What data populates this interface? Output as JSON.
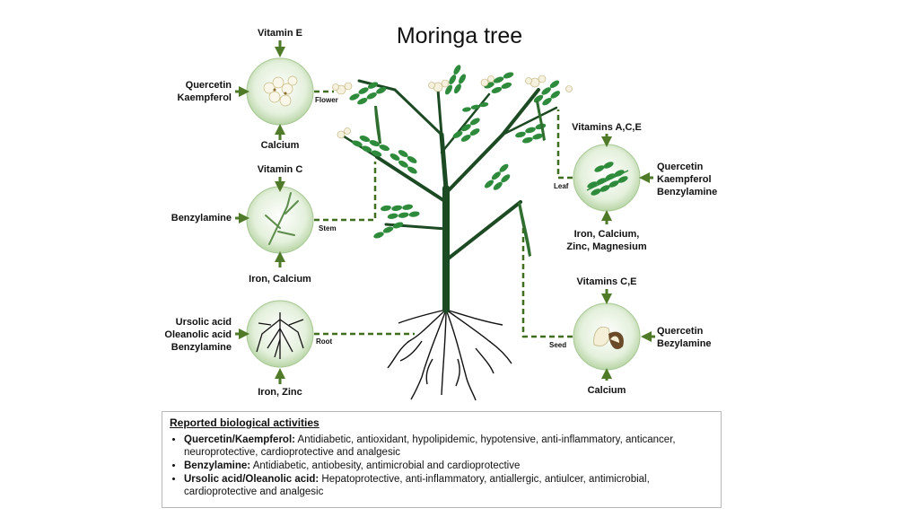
{
  "title": "Moringa tree",
  "nodes": {
    "flower": {
      "part": "Flower",
      "top": "Vitamin E",
      "left": [
        "Quercetin",
        "Kaempferol"
      ],
      "bottom": "Calcium"
    },
    "stem": {
      "part": "Stem",
      "top": "Vitamin C",
      "left": [
        "Benzylamine"
      ],
      "bottom": "Iron, Calcium"
    },
    "root": {
      "part": "Root",
      "left": [
        "Ursolic acid",
        "Oleanolic acid",
        "Benzylamine"
      ],
      "bottom": "Iron, Zinc"
    },
    "leaf": {
      "part": "Leaf",
      "top": "Vitamins A,C,E",
      "right": [
        "Quercetin",
        "Kaempferol",
        "Benzylamine"
      ],
      "bottom": [
        "Iron, Calcium,",
        "Zinc, Magnesium"
      ]
    },
    "seed": {
      "part": "Seed",
      "top": "Vitamins C,E",
      "right": [
        "Quercetin",
        "Bezylamine"
      ],
      "bottom": "Calcium"
    }
  },
  "activities": {
    "heading": "Reported biological activities",
    "items": [
      {
        "name": "Quercetin/Kaempferol:",
        "text": " Antidiabetic, antioxidant, hypolipidemic, hypotensive, anti-inflammatory, anticancer, neuroprotective, cardioprotective and analgesic"
      },
      {
        "name": "Benzylamine:",
        "text": " Antidiabetic, antiobesity, antimicrobial and cardioprotective"
      },
      {
        "name": "Ursolic acid/Oleanolic acid:",
        "text": " Hepatoprotective, anti-inflammatory, antiallergic, antiulcer, antimicrobial, cardioprotective and analgesic"
      }
    ]
  },
  "colors": {
    "arrow": "#4f7a28",
    "tree": "#1c4a23",
    "leaf": "#2e8b3c",
    "circle_fill": "#eaf3e3",
    "dashed": "#3f6e1f"
  }
}
